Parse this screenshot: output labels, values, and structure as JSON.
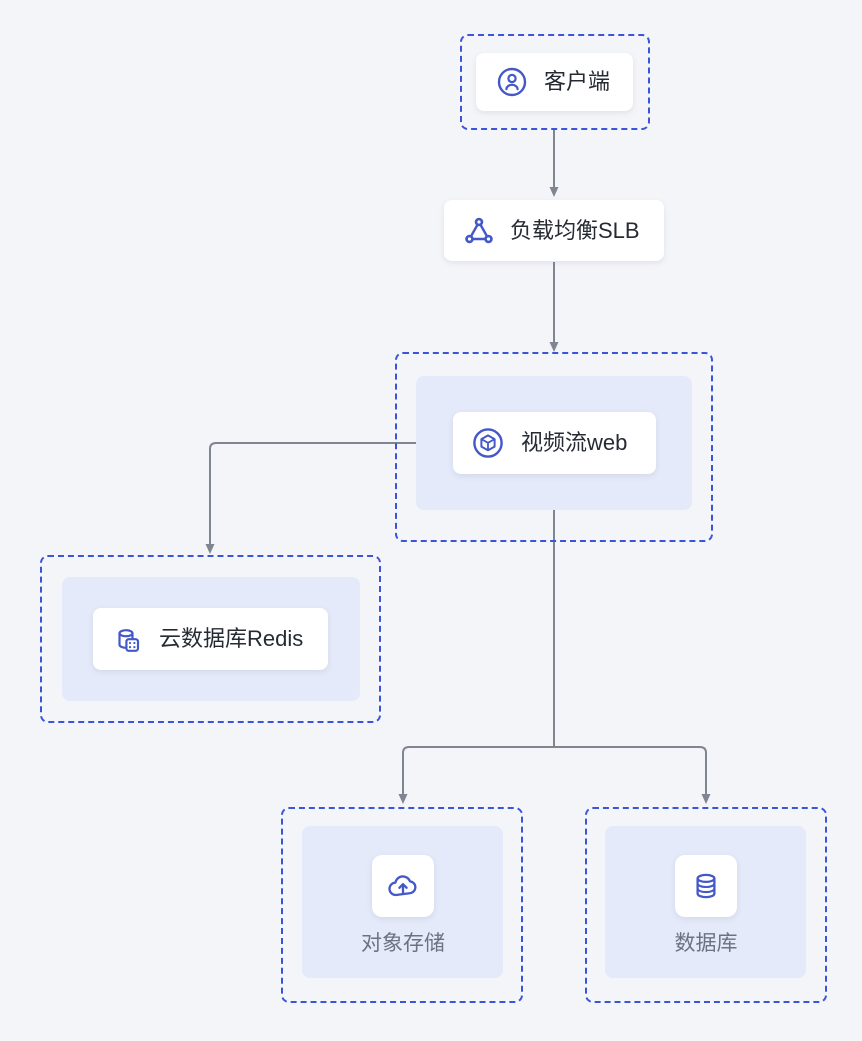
{
  "diagram": {
    "type": "cloud-architecture",
    "background_color": "#f4f5f9",
    "accent_color": "#4458c8",
    "group_border_color": "#3b55d9",
    "panel_color": "#e4eaf9",
    "connector_color": "#808592",
    "nodes": [
      {
        "id": "client",
        "label": "客户端",
        "icon": "user-circle-icon",
        "style": "card"
      },
      {
        "id": "slb",
        "label": "负载均衡SLB",
        "icon": "load-balancer-icon",
        "style": "card"
      },
      {
        "id": "video-web",
        "label": "视频流web",
        "icon": "cube-circle-icon",
        "style": "card"
      },
      {
        "id": "redis",
        "label": "云数据库Redis",
        "icon": "redis-database-icon",
        "style": "card"
      },
      {
        "id": "object-storage",
        "label": "对象存储",
        "icon": "cloud-upload-icon",
        "style": "stack"
      },
      {
        "id": "database",
        "label": "数据库",
        "icon": "database-cylinder-icon",
        "style": "stack"
      }
    ],
    "edges": [
      {
        "from": "client",
        "to": "slb"
      },
      {
        "from": "slb",
        "to": "video-web"
      },
      {
        "from": "video-web",
        "to": "redis"
      },
      {
        "from": "video-web",
        "to": "object-storage"
      },
      {
        "from": "video-web",
        "to": "database"
      }
    ]
  }
}
